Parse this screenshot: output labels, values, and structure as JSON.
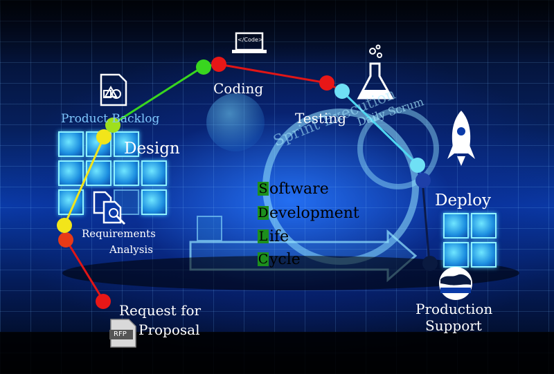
{
  "phases": {
    "request": {
      "line1": "Request for",
      "line2": "Proposal",
      "doc_label": "RFP"
    },
    "requirements": {
      "line1": "Requirements",
      "line2": "Analysis"
    },
    "design": "Design",
    "backlog": "Product Backlog",
    "coding": "Coding",
    "code_tag": "</Code>",
    "testing": "Testing",
    "deploy": "Deploy",
    "production": {
      "line1": "Production",
      "line2": "Support"
    }
  },
  "cycle": {
    "sprint_execution": "Sprint Execution",
    "daily_scrum": "Daily Scrum"
  },
  "sdlc": {
    "letters": [
      "S",
      "D",
      "L",
      "C"
    ],
    "rest": [
      "oftware",
      "evelopment",
      "ife",
      "ycle"
    ]
  },
  "colors": {
    "green_line": "#39d61f",
    "yellow_line": "#f2e51a",
    "red_line": "#e01616",
    "cyan_line": "#4fd6f0",
    "tile": "#3cb4ff"
  }
}
